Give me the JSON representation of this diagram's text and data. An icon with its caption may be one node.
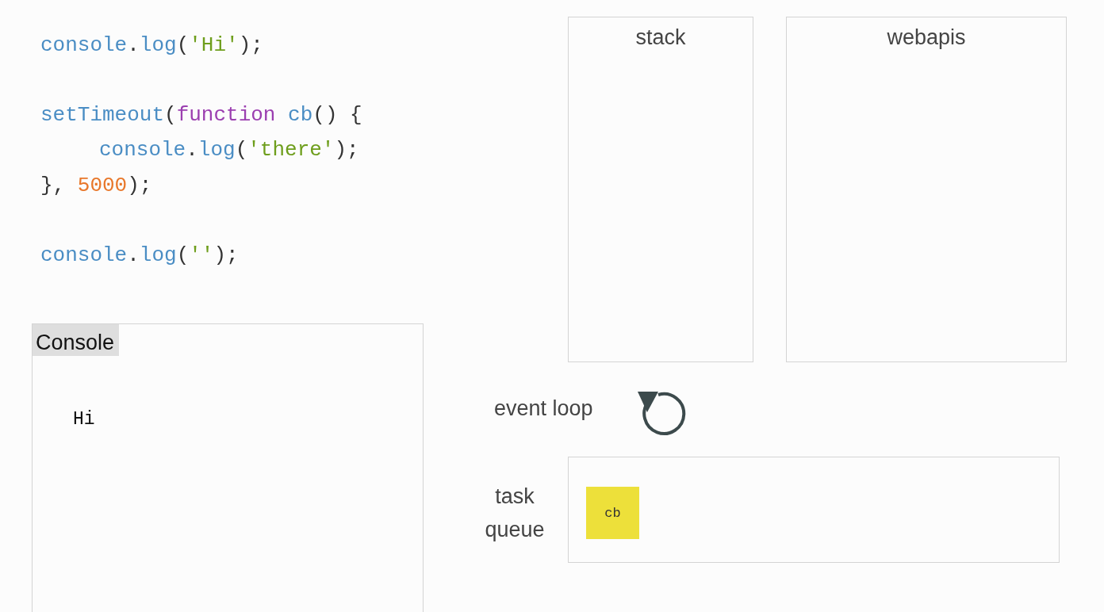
{
  "diagram": {
    "nodes": [
      {
        "text": [
          "stack"
        ]
      },
      {
        "text": [
          "webapis"
        ]
      },
      {
        "text": [
          "Console",
          "Hi"
        ]
      },
      {
        "text": [
          "task queue"
        ]
      },
      {
        "text": [
          "cb"
        ],
        "in": 3
      }
    ],
    "labels": [
      "console.log('Hi');",
      "setTimeout(function cb() {",
      "console.log('there');",
      "}, 5000);",
      "console.log('');",
      "event loop"
    ]
  }
}
